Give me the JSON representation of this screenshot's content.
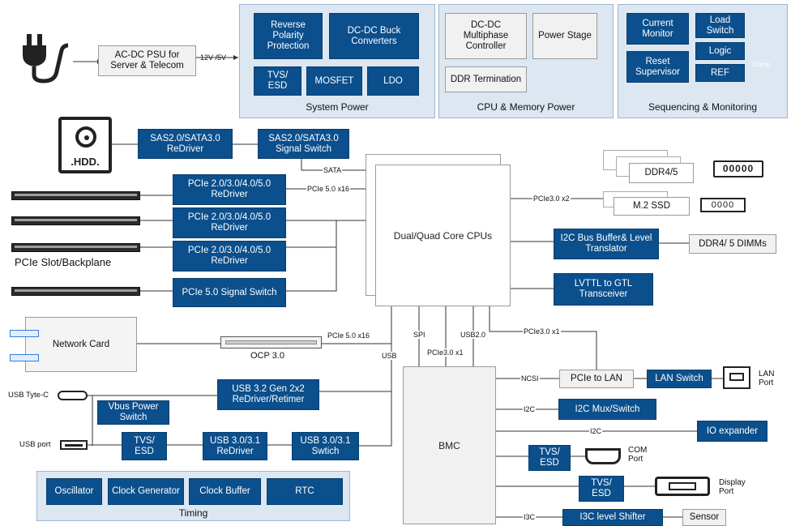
{
  "psu": {
    "label": "AC-DC PSU for Server & Telecom",
    "out": "12V /5V"
  },
  "system_power": {
    "title": "System Power",
    "reverse": "Reverse Polarity Protection",
    "dcdc": "DC-DC Buck Converters",
    "tvs": "TVS/ ESD",
    "mosfet": "MOSFET",
    "ldo": "LDO"
  },
  "cpu_power": {
    "title": "CPU & Memory Power",
    "multiphase": "DC-DC Multiphase Controller",
    "stage": "Power Stage",
    "ddr": "DDR Termination"
  },
  "sequencing": {
    "title": "Sequencing & Monitoring",
    "current": "Current Monitor",
    "load": "Load Switch",
    "reset": "Reset Supervisor",
    "logic": "Logic",
    "ref": "REF",
    "comp": "Comp"
  },
  "hdd": {
    "label": ".HDD."
  },
  "sas_redriver": "SAS2.0/SATA3.0 ReDriver",
  "sas_switch": "SAS2.0/SATA3.0 Signal Switch",
  "pcie_redrivers": [
    "PCIe 2.0/3.0/4.0/5.0 ReDriver",
    "PCIe 2.0/3.0/4.0/5.0 ReDriver",
    "PCIe 2.0/3.0/4.0/5.0 ReDriver"
  ],
  "pcie_switch": "PCIe 5.0 Signal Switch",
  "pcie_slot_label": "PCIe Slot/Backplane",
  "cpu": "Dual/Quad Core CPUs",
  "ddr45": "DDR4/5",
  "m2": "M.2 SSD",
  "i2c_buffer": "I2C Bus Buffer& Level Translator",
  "ddr_dimms": "DDR4/ 5 DIMMs",
  "lvttl": "LVTTL to GTL Transceiver",
  "network_card": "Network Card",
  "ocp": "OCP 3.0",
  "usb_typec": "USB Tyte-C",
  "usb_port": "USB port",
  "usb32": "USB 3.2 Gen 2x2 ReDriver/Retimer",
  "vbus": "Vbus Power Switch",
  "usb_tvs": "TVS/ ESD",
  "usb30_redriver": "USB 3.0/3.1 ReDriver",
  "usb30_switch": "USB 3.0/3.1 Swtich",
  "timing": {
    "title": "Timing",
    "osc": "Oscillator",
    "clkgen": "Clock Generator",
    "clkbuf": "Clock Buffer",
    "rtc": "RTC"
  },
  "bmc": "BMC",
  "pcie_to_lan": "PCIe to LAN",
  "lan_switch": "LAN Switch",
  "lan_port": "LAN Port",
  "i2c_mux": "I2C Mux/Switch",
  "io_expander": "IO expander",
  "com_tvs": "TVS/ ESD",
  "com_port": "COM Port",
  "disp_tvs": "TVS/ ESD",
  "display_port": "Display Port",
  "i3c_shifter": "I3C level Shifter",
  "sensor": "Sensor",
  "bus_labels": {
    "sata": "SATA",
    "pcie5x16_top": "PCIe 5.0 x16",
    "pcie3x2": "PCIe3.0 x2",
    "pcie5x16_ocp": "PCIe 5.0 x16",
    "usb": "USB",
    "spi": "SPI",
    "usb20": "USB2.0",
    "pcie3x1_bmc": "PCIe3.0 x1",
    "pcie3x1_lan": "PCIe3.0 x1",
    "ncsi": "NCSI",
    "i2c1": "I2C",
    "i2c2": "I2C",
    "i3c": "I3C"
  },
  "ssd_chip_label": "0000",
  "dimm_chip_label": "00000"
}
